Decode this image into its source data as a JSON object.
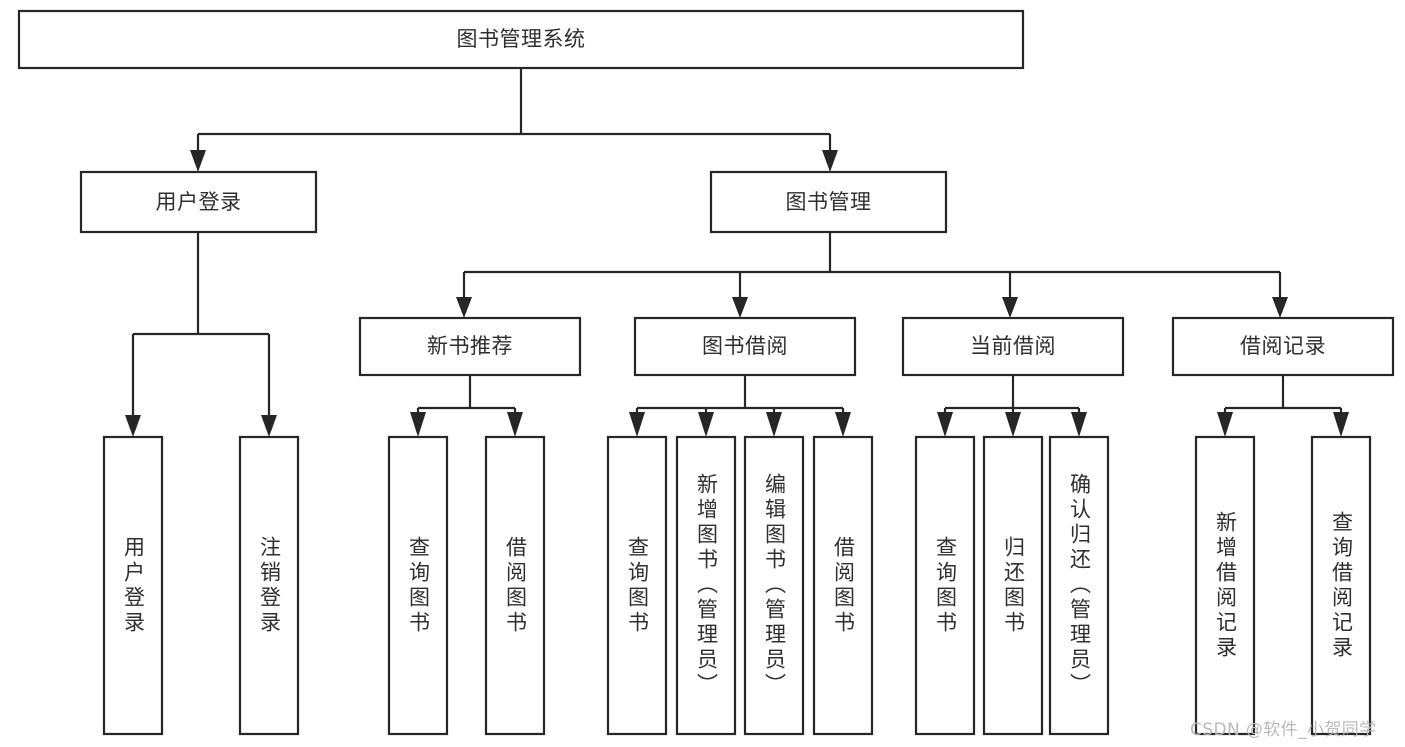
{
  "diagram": {
    "type": "tree",
    "title": "图书管理系统",
    "orientation": "top-down",
    "colors": {
      "box_stroke": "#262626",
      "box_fill": "#ffffff",
      "text": "#2f2f2f",
      "background": "#ffffff",
      "watermark": "#b9b9b9"
    },
    "root": {
      "label": "图书管理系统"
    },
    "level2": [
      {
        "label": "用户登录"
      },
      {
        "label": "图书管理"
      }
    ],
    "level3": [
      {
        "label": "新书推荐"
      },
      {
        "label": "图书借阅"
      },
      {
        "label": "当前借阅"
      },
      {
        "label": "借阅记录"
      }
    ],
    "leaves": {
      "user_login": [
        {
          "label": "用户登录"
        },
        {
          "label": "注销登录"
        }
      ],
      "new_book_recommend": [
        {
          "label": "查询图书"
        },
        {
          "label": "借阅图书"
        }
      ],
      "book_borrow": [
        {
          "label": "查询图书"
        },
        {
          "label": "新增图书（管理员）"
        },
        {
          "label": "编辑图书（管理员）"
        },
        {
          "label": "借阅图书"
        }
      ],
      "current_borrow": [
        {
          "label": "查询图书"
        },
        {
          "label": "归还图书"
        },
        {
          "label": "确认归还（管理员）"
        }
      ],
      "borrow_record": [
        {
          "label": "新增借阅记录"
        },
        {
          "label": "查询借阅记录"
        }
      ]
    }
  },
  "watermark": {
    "text": "CSDN @软件_小贺同学"
  }
}
